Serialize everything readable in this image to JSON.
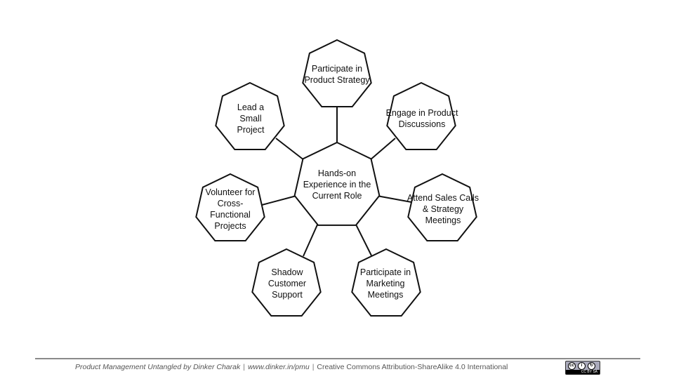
{
  "diagram": {
    "center": "Hands-on Experience in the Current Role",
    "nodes": [
      "Participate in Product Strategy",
      "Engage in Product Discussions",
      "Attend Sales Calls & Strategy Meetings",
      "Participate in Marketing Meetings",
      "Shadow Customer Support",
      "Volunteer for Cross-Functional Projects",
      "Lead a Small Project"
    ]
  },
  "footer": {
    "book": "Product Management Untangled by Dinker Charak",
    "url": "www.dinker.in/pmu",
    "license": "Creative Commons Attribution-ShareAlike 4.0 International",
    "badge": "cc by sa"
  }
}
